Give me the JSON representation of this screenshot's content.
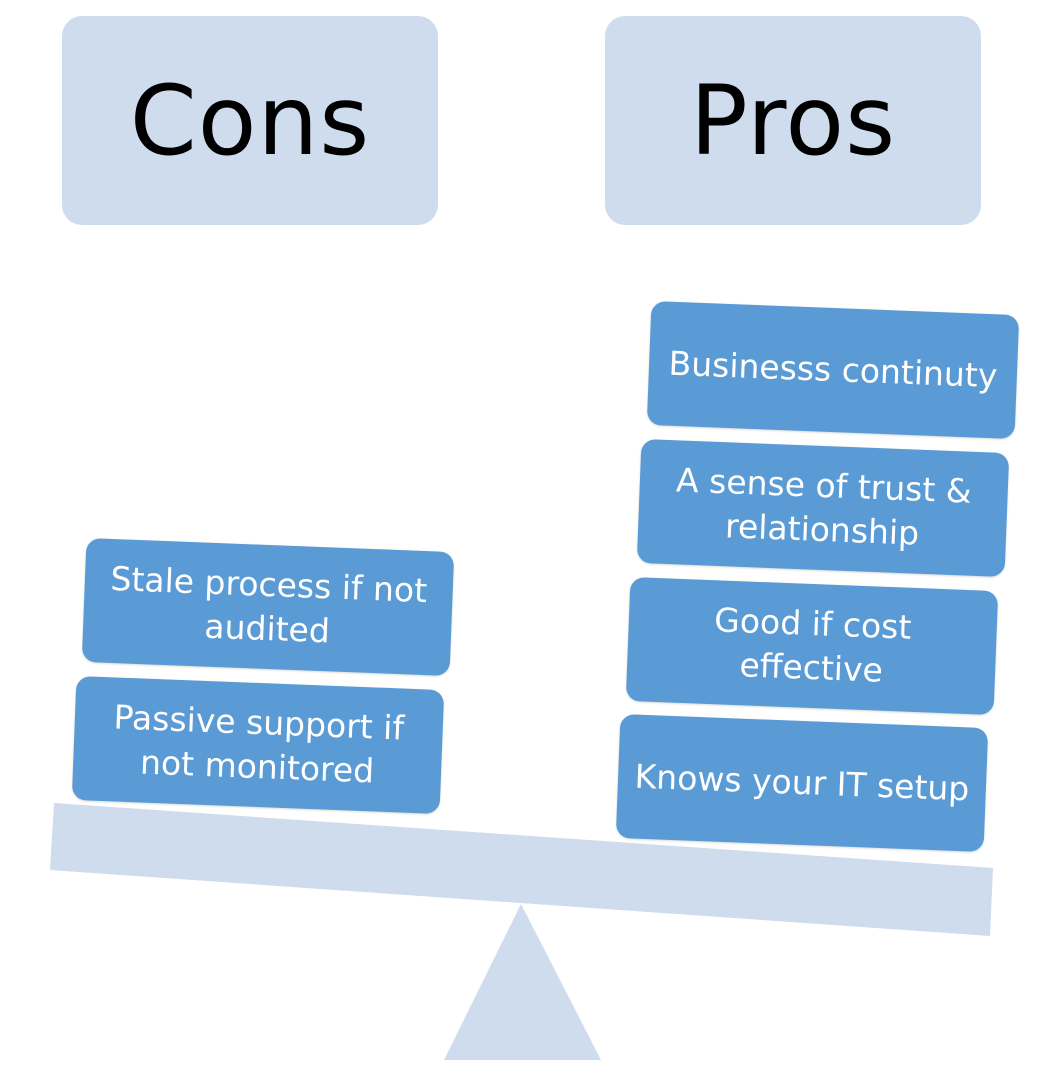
{
  "headers": {
    "cons": "Cons",
    "pros": "Pros"
  },
  "cons_items": [
    "Stale process if not audited",
    "Passive support if not monitored"
  ],
  "pros_items": [
    "Businesss continuty",
    "A sense of trust & relationship",
    "Good if cost effective",
    "Knows your IT setup"
  ],
  "colors": {
    "header_fill": "#cfdcee",
    "card_fill": "#5b9bd5",
    "beam_fill": "#cfdcee",
    "fulcrum_fill": "#cfdcee"
  }
}
